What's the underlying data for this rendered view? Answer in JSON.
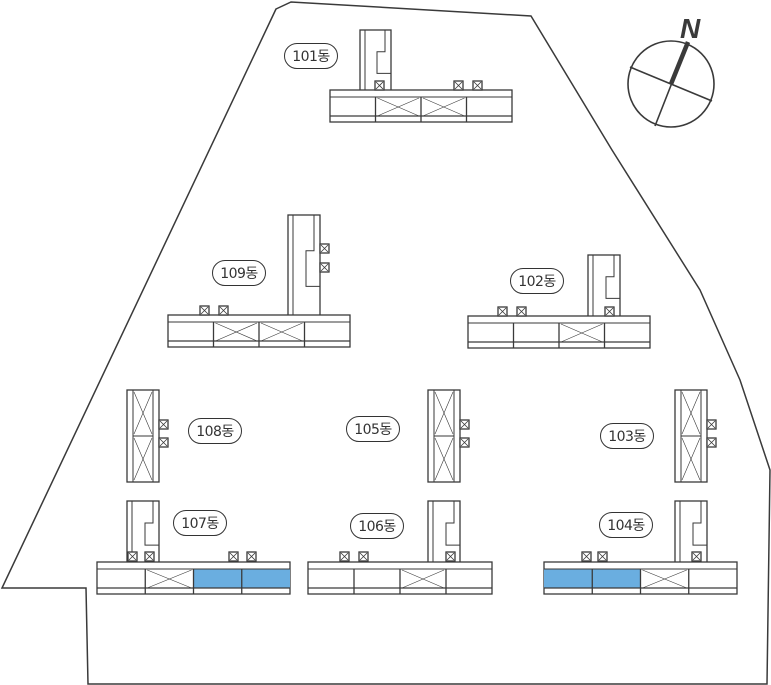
{
  "compass": {
    "north_label": "N"
  },
  "buildings": [
    {
      "id": "101",
      "label": "101동"
    },
    {
      "id": "102",
      "label": "102동"
    },
    {
      "id": "103",
      "label": "103동"
    },
    {
      "id": "104",
      "label": "104동"
    },
    {
      "id": "105",
      "label": "105동"
    },
    {
      "id": "106",
      "label": "106동"
    },
    {
      "id": "107",
      "label": "107동"
    },
    {
      "id": "108",
      "label": "108동"
    },
    {
      "id": "109",
      "label": "109동"
    }
  ],
  "colors": {
    "line": "#3a3a3a",
    "highlight": "#6aaee0",
    "background": "#ffffff"
  }
}
